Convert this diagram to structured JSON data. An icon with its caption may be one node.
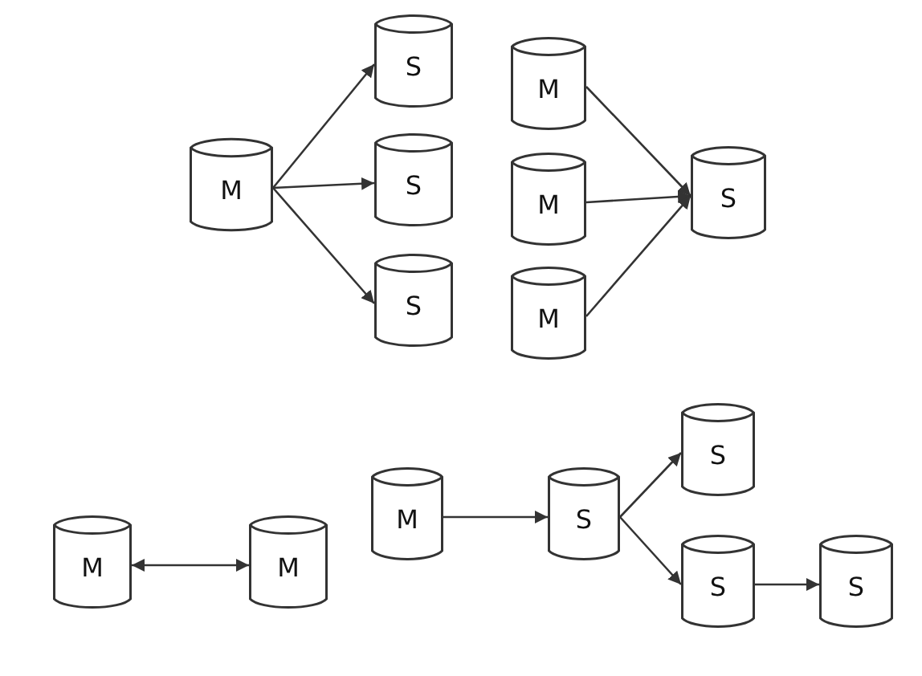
{
  "diagram": {
    "nodes": [
      {
        "text": [
          "M"
        ]
      },
      {
        "text": [
          "S"
        ]
      },
      {
        "text": [
          "S"
        ]
      },
      {
        "text": [
          "S"
        ]
      },
      {
        "text": [
          "M"
        ]
      },
      {
        "text": [
          "M"
        ]
      },
      {
        "text": [
          "M"
        ]
      },
      {
        "text": [
          "S"
        ]
      },
      {
        "text": [
          "M"
        ]
      },
      {
        "text": [
          "M"
        ]
      },
      {
        "text": [
          "M"
        ]
      },
      {
        "text": [
          "S"
        ]
      },
      {
        "text": [
          "S"
        ]
      },
      {
        "text": [
          "S"
        ]
      },
      {
        "text": [
          "S"
        ]
      }
    ],
    "edges": [
      {
        "from": 0,
        "to": 1,
        "arrow": "to"
      },
      {
        "from": 0,
        "to": 2,
        "arrow": "to"
      },
      {
        "from": 0,
        "to": 3,
        "arrow": "to"
      },
      {
        "from": 4,
        "to": 7,
        "arrow": "to"
      },
      {
        "from": 5,
        "to": 7,
        "arrow": "to"
      },
      {
        "from": 6,
        "to": 7,
        "arrow": "to"
      },
      {
        "from": 8,
        "to": 9,
        "arrow": "both"
      },
      {
        "from": 10,
        "to": 11,
        "arrow": "to"
      },
      {
        "from": 11,
        "to": 12,
        "arrow": "to"
      },
      {
        "from": 11,
        "to": 13,
        "arrow": "to"
      },
      {
        "from": 13,
        "to": 14,
        "arrow": "to"
      }
    ]
  }
}
